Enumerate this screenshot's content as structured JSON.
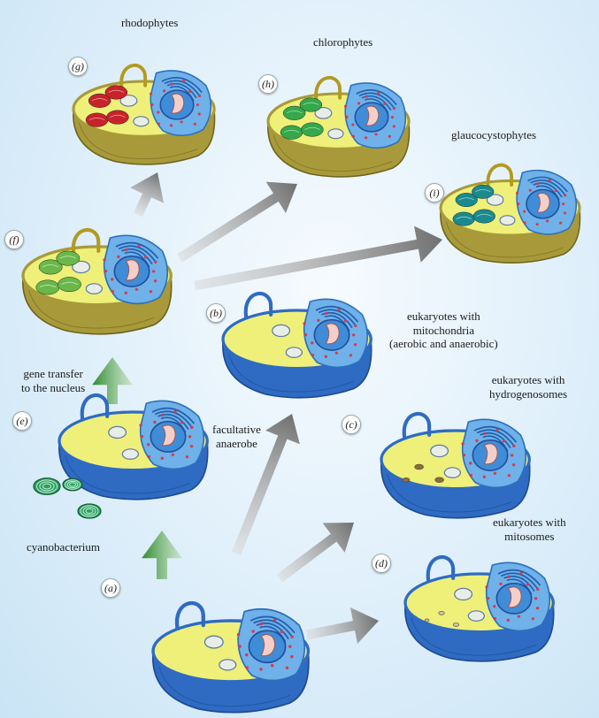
{
  "panel_tags": {
    "a": "(a)",
    "b": "(b)",
    "c": "(c)",
    "d": "(d)",
    "e": "(e)",
    "f": "(f)",
    "g": "(g)",
    "h": "(h)",
    "i": "(i)"
  },
  "labels": {
    "rhodophytes": "rhodophytes",
    "chlorophytes": "chlorophytes",
    "glaucocystophytes": "glaucocystophytes",
    "mitochondria": [
      "eukaryotes with",
      "mitochondria",
      "(aerobic and anaerobic)"
    ],
    "hydrogenosomes": [
      "eukaryotes with",
      "hydrogenosomes"
    ],
    "mitosomes": [
      "eukaryotes with",
      "mitosomes"
    ],
    "facultative": [
      "facultative",
      "anaerobe"
    ],
    "gene_transfer": [
      "gene transfer",
      "to the nucleus"
    ],
    "cyanobacterium": "cyanobacterium"
  },
  "colors": {
    "cytoplasm_yellow": "#eef07a",
    "membrane_blue": "#2f6bc2",
    "membrane_olive": "#a89a3a",
    "nucleus_blue": "#3f8dd8",
    "plastid_red": "#c8232b",
    "plastid_green": "#34a84a",
    "plastid_teal": "#1a8a8e",
    "plastid_lightgreen": "#6ab84a",
    "arrow_grey": "#8a8a8a",
    "arrow_green": "#2f8a2a"
  }
}
